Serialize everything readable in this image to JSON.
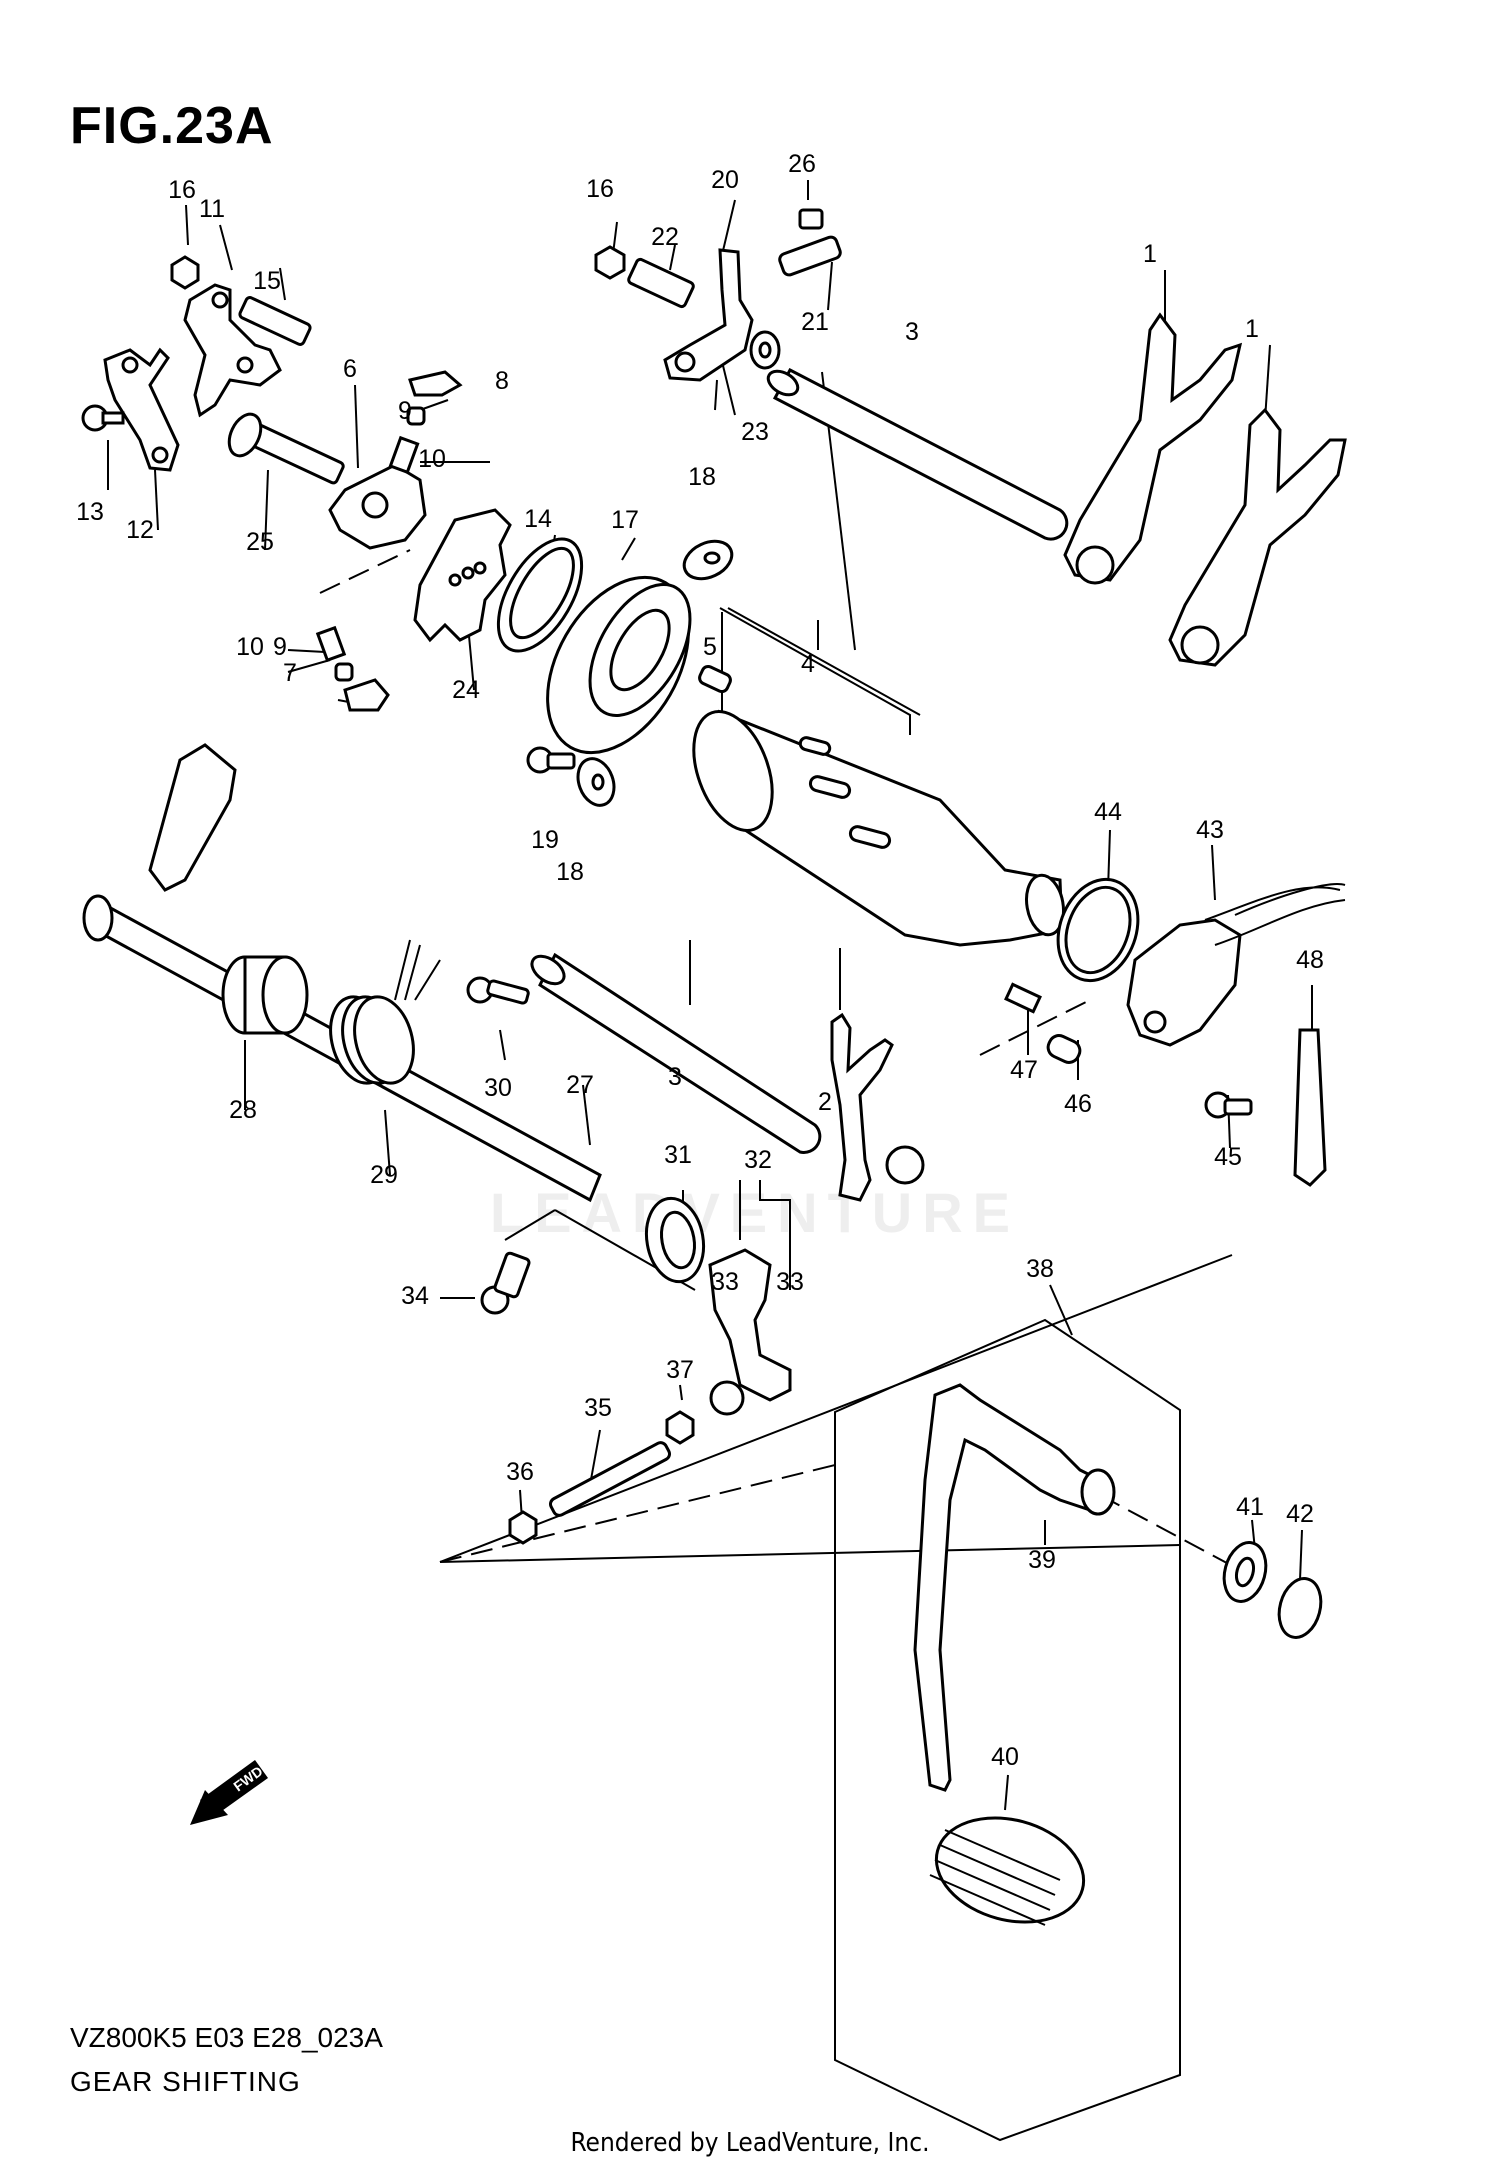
{
  "figure": {
    "title": "FIG.23A",
    "code": "VZ800K5 E03 E28_023A",
    "caption": "GEAR SHIFTING",
    "credit": "Rendered by LeadVenture, Inc.",
    "watermark": "LEADVENTURE",
    "direction_label": "FWD"
  },
  "callouts": [
    "1",
    "1",
    "2",
    "3",
    "3",
    "4",
    "5",
    "6",
    "7",
    "8",
    "9",
    "9",
    "10",
    "10",
    "11",
    "12",
    "13",
    "14",
    "15",
    "16",
    "16",
    "17",
    "18",
    "18",
    "19",
    "20",
    "21",
    "22",
    "23",
    "24",
    "25",
    "26",
    "27",
    "28",
    "29",
    "30",
    "31",
    "32",
    "33",
    "33",
    "34",
    "35",
    "36",
    "37",
    "38",
    "39",
    "40",
    "41",
    "42",
    "43",
    "44",
    "45",
    "46",
    "47",
    "48"
  ]
}
